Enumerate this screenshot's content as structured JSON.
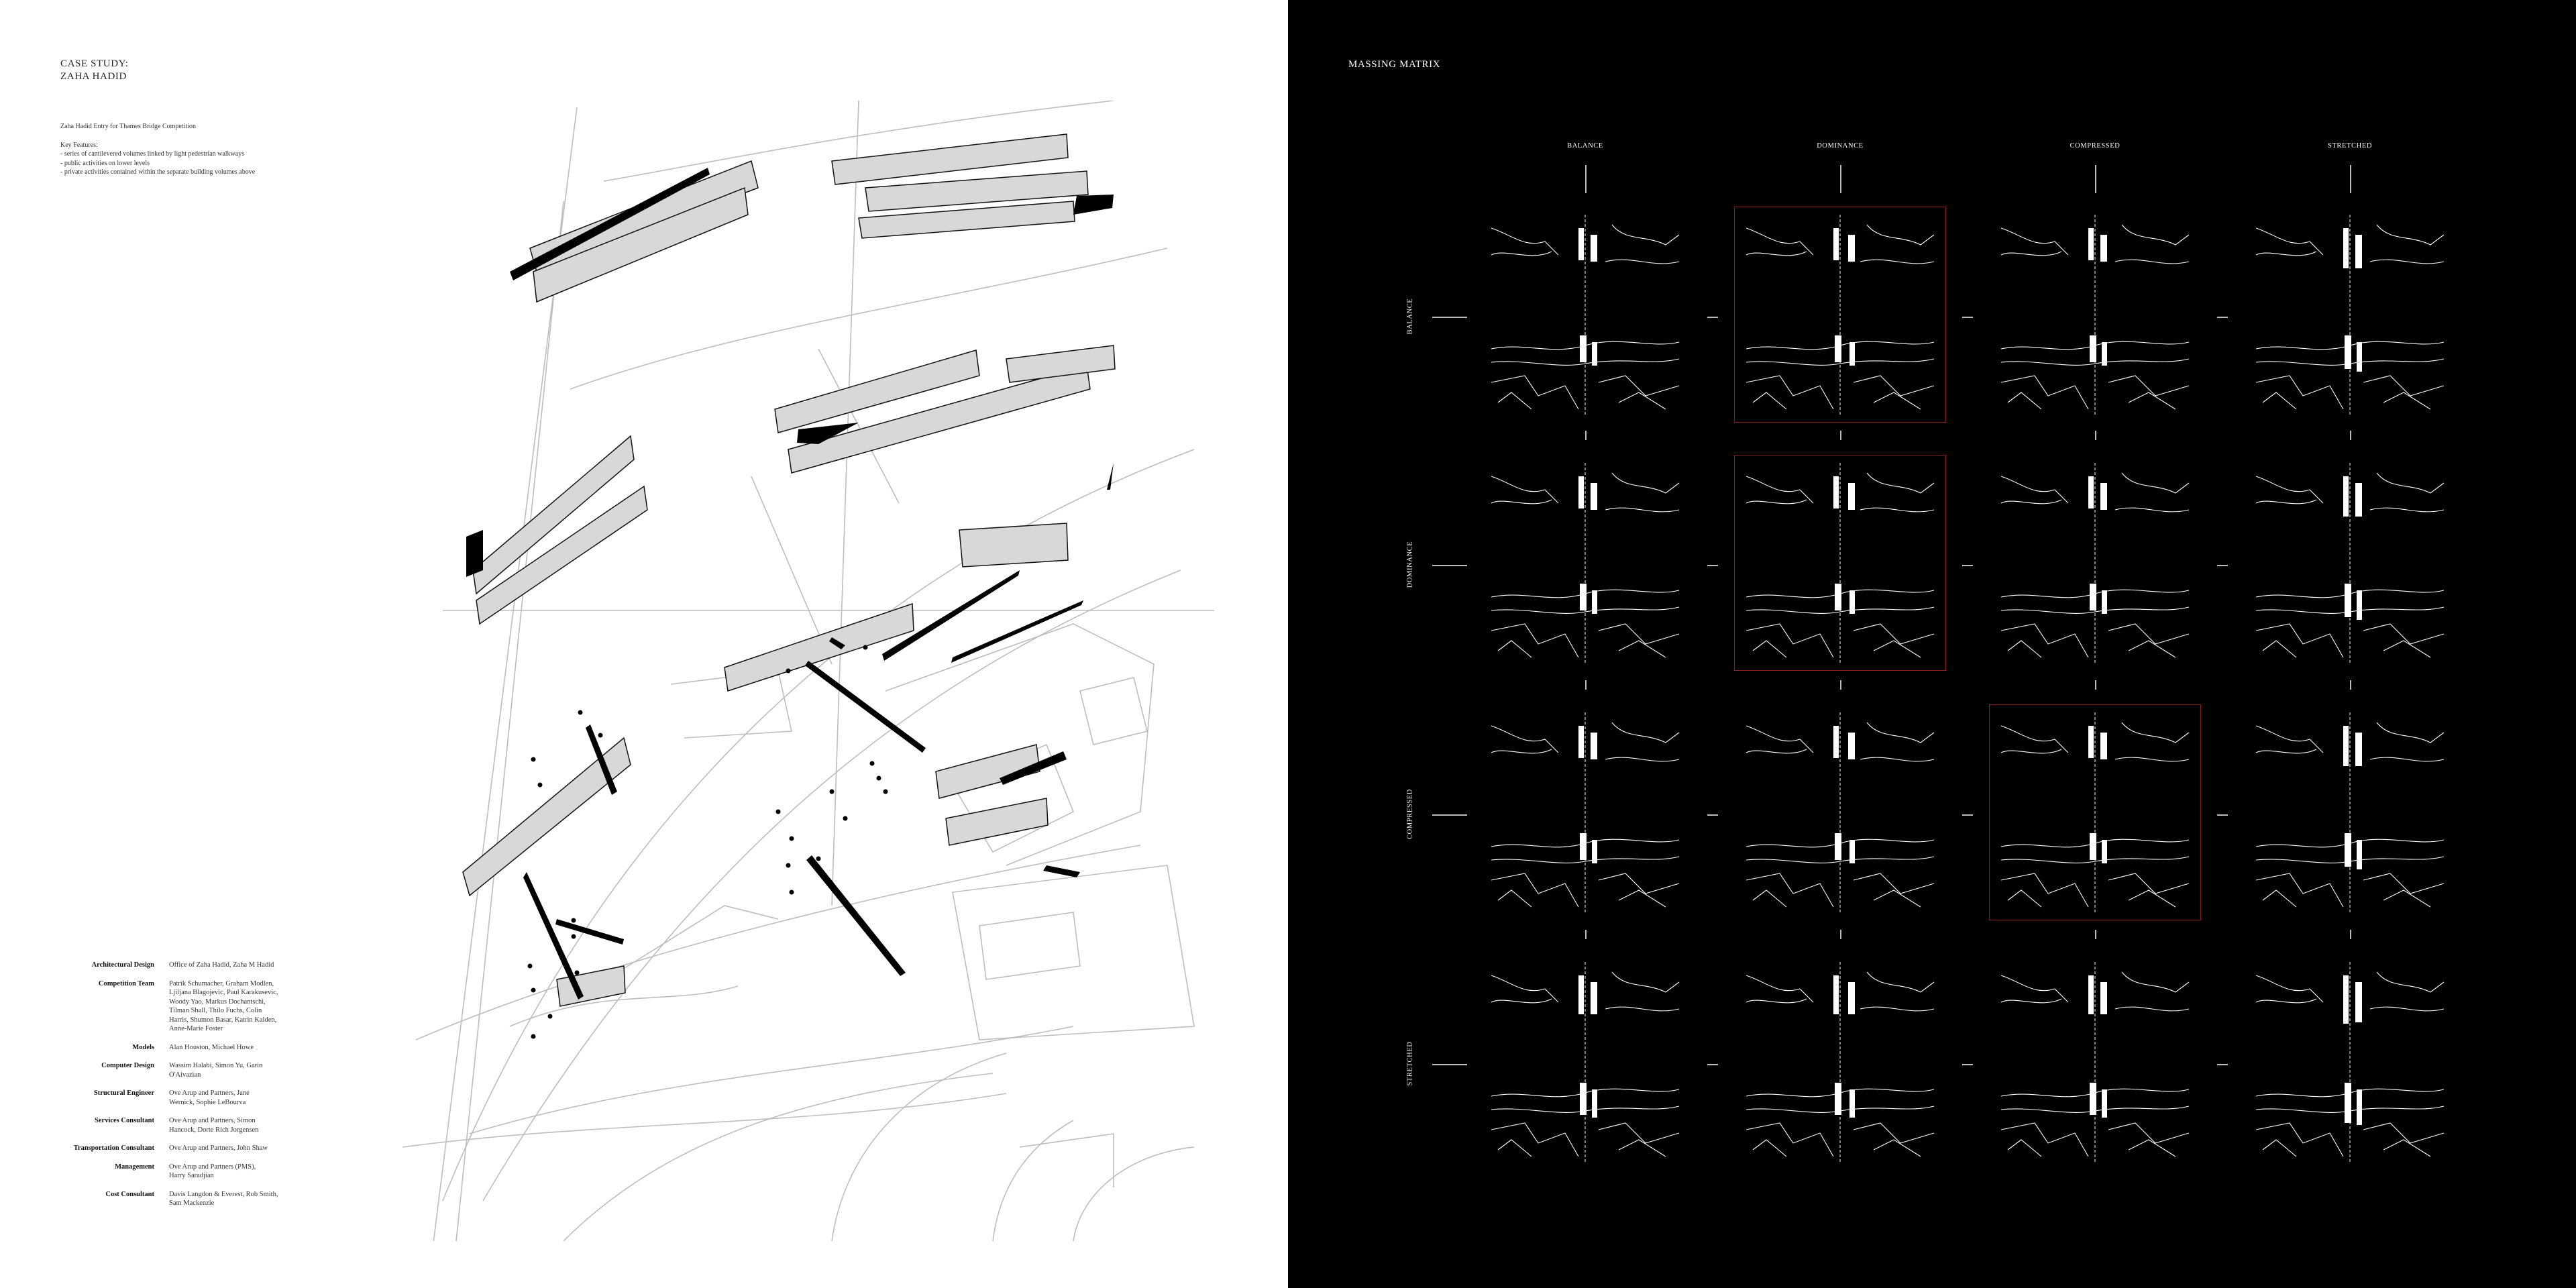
{
  "left_panel": {
    "title_line1": "CASE STUDY:",
    "title_line2": "ZAHA HADID",
    "intro": "Zaha Hadid Entry for Thames Bridge Competition",
    "features_heading": "Key Features:",
    "features": [
      "- series of cantilevered volumes linked by light pedestrian walkways",
      "- public activities on lower levels",
      "- private activities contained within the separate building volumes above"
    ],
    "credits": [
      {
        "role": "Architectural Design",
        "names": [
          "Office of Zaha Hadid, Zaha M Hadid"
        ]
      },
      {
        "role": "Competition Team",
        "names": [
          "Patrik Schumacher, Graham Modlen,",
          "Ljiljana Blagojevic, Paul Karakusevic,",
          "Woody Yao, Markus Dochantschi,",
          "Tilman Shall, Thilo Fuchs, Colin",
          "Harris, Shumon Basar, Katrin Kalden,",
          "Anne-Marie Foster"
        ]
      },
      {
        "role": "Models",
        "names": [
          "Alan Houston, Michael Howe"
        ]
      },
      {
        "role": "Computer Design",
        "names": [
          "Wassim Halabi, Simon Yu, Garin",
          "O'Aivazian"
        ]
      },
      {
        "role": "Structural Engineer",
        "names": [
          "Ove Arup and Partners, Jane",
          "Wernick, Sophie LeBourva"
        ]
      },
      {
        "role": "Services Consultant",
        "names": [
          "Ove Arup and Partners, Simon",
          "Hancock, Dorte Rich Jorgensen"
        ]
      },
      {
        "role": "Transportation Consultant",
        "names": [
          "Ove Arup and Partners, John Shaw"
        ]
      },
      {
        "role": "Management",
        "names": [
          "Ove Arup and Partners (PMS),",
          "Harry Saradjian"
        ]
      },
      {
        "role": "Cost Consultant",
        "names": [
          "Davis Langdon & Everest, Rob Smith,",
          "Sam Mackenzie"
        ]
      }
    ]
  },
  "right_panel": {
    "title": "MASSING MATRIX",
    "columns": [
      "BALANCE",
      "DOMINANCE",
      "COMPRESSED",
      "STRETCHED"
    ],
    "rows": [
      "BALANCE",
      "DOMINANCE",
      "COMPRESSED",
      "STRETCHED"
    ],
    "highlighted_cells": [
      [
        0,
        1
      ],
      [
        1,
        1
      ],
      [
        2,
        2
      ]
    ]
  },
  "colors": {
    "panel_dark": "#000000",
    "panel_light": "#ffffff",
    "highlight": "#8a1d1d",
    "linework": "#ffffff"
  }
}
